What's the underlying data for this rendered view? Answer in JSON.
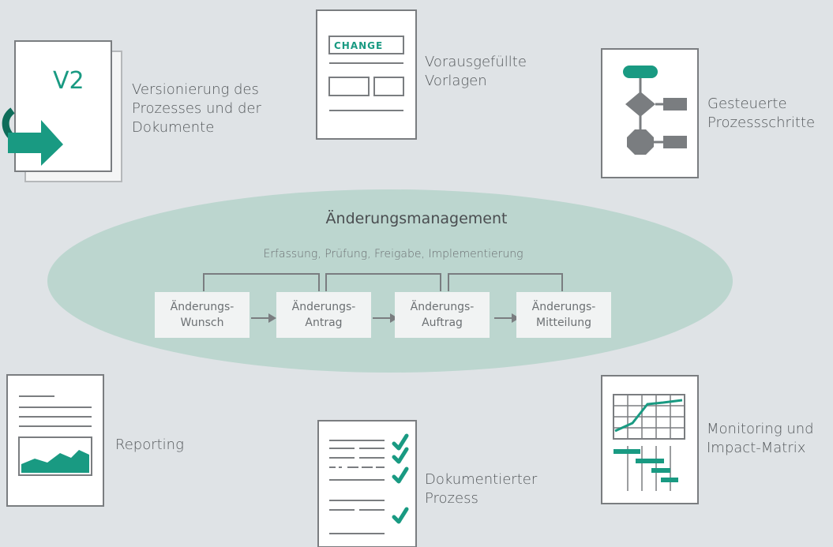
{
  "colors": {
    "background": "#dfe3e6",
    "accent": "#199a82",
    "ellipse": "#bcd6cf",
    "icon_stroke": "#7a7d80",
    "step_box": "#f1f3f3"
  },
  "center": {
    "title": "Änderungsmanagement",
    "subtitle": "Erfassung, Prüfung, Freigabe, Implementierung",
    "steps": [
      {
        "label": "Änderungs-\nWunsch"
      },
      {
        "label": "Änderungs-\nAntrag"
      },
      {
        "label": "Änderungs-\nAuftrag"
      },
      {
        "label": "Änderungs-\nMitteilung"
      }
    ]
  },
  "features": {
    "versioning": {
      "label": "Versionierung des\nProzesses und der\nDokumente",
      "icon": "versioned-document-icon",
      "badge": "V2"
    },
    "templates": {
      "label": "Vorausgefüllte\nVorlagen",
      "icon": "prefilled-template-icon",
      "badge": "CHANGE"
    },
    "steps": {
      "label": "Gesteuerte\nProzessschritte",
      "icon": "flowchart-icon"
    },
    "reporting": {
      "label": "Reporting",
      "icon": "report-chart-icon"
    },
    "documented": {
      "label": "Dokumentierter\nProzess",
      "icon": "checklist-document-icon"
    },
    "monitoring": {
      "label": "Monitoring und\nImpact-Matrix",
      "icon": "gantt-chart-icon"
    }
  }
}
